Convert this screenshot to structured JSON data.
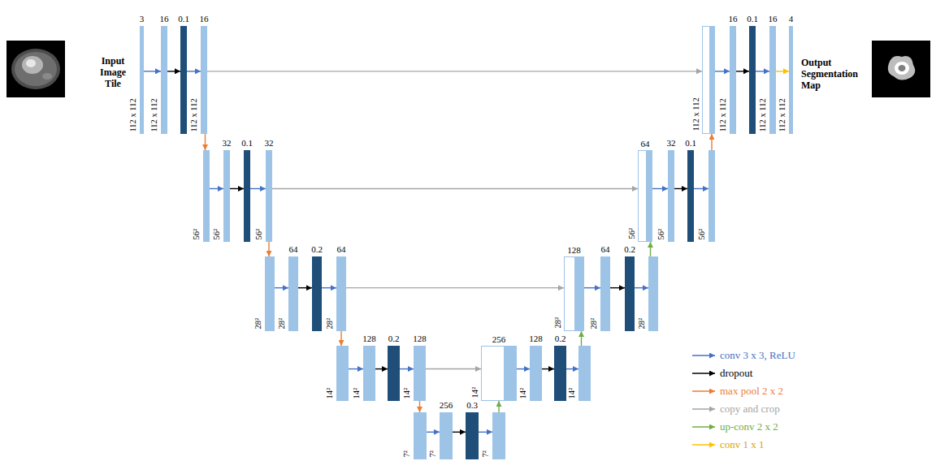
{
  "diagram": {
    "nodes": [
      {
        "text": [
          "3",
          "112 x 112"
        ]
      },
      {
        "text": [
          "16",
          "112 x 112"
        ]
      },
      {
        "text": [
          "0.1"
        ]
      },
      {
        "text": [
          "16",
          "112 x 112"
        ]
      },
      {
        "text": [
          "56²"
        ]
      },
      {
        "text": [
          "32",
          "56²"
        ]
      },
      {
        "text": [
          "0.1"
        ]
      },
      {
        "text": [
          "32",
          "56²"
        ]
      },
      {
        "text": [
          "28²"
        ]
      },
      {
        "text": [
          "64",
          "28²"
        ]
      },
      {
        "text": [
          "0.2"
        ]
      },
      {
        "text": [
          "64",
          "28²"
        ]
      },
      {
        "text": [
          "14²"
        ]
      },
      {
        "text": [
          "128",
          "14²"
        ]
      },
      {
        "text": [
          "0.2"
        ]
      },
      {
        "text": [
          "128",
          "14²"
        ]
      },
      {
        "text": [
          "7²"
        ]
      },
      {
        "text": [
          "256",
          "7²"
        ]
      },
      {
        "text": [
          "0.3"
        ]
      },
      {
        "text": [
          "7²"
        ]
      },
      {
        "text": [
          "256",
          "14²"
        ]
      },
      {
        "text": [
          "128",
          "14²"
        ]
      },
      {
        "text": [
          "0.2"
        ]
      },
      {
        "text": [
          "14²"
        ]
      },
      {
        "text": [
          "128",
          "28²"
        ]
      },
      {
        "text": [
          "64",
          "28²"
        ]
      },
      {
        "text": [
          "0.2"
        ]
      },
      {
        "text": [
          "28²"
        ]
      },
      {
        "text": [
          "64",
          "56²"
        ]
      },
      {
        "text": [
          "32",
          "56²"
        ]
      },
      {
        "text": [
          "0.1"
        ]
      },
      {
        "text": [
          "56²"
        ]
      },
      {
        "text": [
          "112 x 112"
        ]
      },
      {
        "text": [
          "16",
          "112 x 112"
        ]
      },
      {
        "text": [
          "0.1"
        ]
      },
      {
        "text": [
          "16",
          "112 x 112"
        ]
      },
      {
        "text": [
          "4",
          "112 x 112"
        ]
      }
    ],
    "edges": [
      {
        "from": 0,
        "to": 1,
        "arrow": "to"
      },
      {
        "from": 1,
        "to": 2,
        "arrow": "to"
      },
      {
        "from": 2,
        "to": 3,
        "arrow": "to"
      },
      {
        "from": 3,
        "to": 4,
        "arrow": "to"
      },
      {
        "from": 4,
        "to": 5,
        "arrow": "to"
      },
      {
        "from": 5,
        "to": 6,
        "arrow": "to"
      },
      {
        "from": 6,
        "to": 7,
        "arrow": "to"
      },
      {
        "from": 7,
        "to": 8,
        "arrow": "to"
      },
      {
        "from": 8,
        "to": 9,
        "arrow": "to"
      },
      {
        "from": 9,
        "to": 10,
        "arrow": "to"
      },
      {
        "from": 10,
        "to": 11,
        "arrow": "to"
      },
      {
        "from": 11,
        "to": 12,
        "arrow": "to"
      },
      {
        "from": 12,
        "to": 13,
        "arrow": "to"
      },
      {
        "from": 13,
        "to": 14,
        "arrow": "to"
      },
      {
        "from": 14,
        "to": 15,
        "arrow": "to"
      },
      {
        "from": 15,
        "to": 16,
        "arrow": "to"
      },
      {
        "from": 16,
        "to": 17,
        "arrow": "to"
      },
      {
        "from": 17,
        "to": 18,
        "arrow": "to"
      },
      {
        "from": 18,
        "to": 19,
        "arrow": "to"
      },
      {
        "from": 19,
        "to": 20,
        "arrow": "to"
      },
      {
        "from": 20,
        "to": 21,
        "arrow": "to"
      },
      {
        "from": 21,
        "to": 22,
        "arrow": "to"
      },
      {
        "from": 22,
        "to": 23,
        "arrow": "to"
      },
      {
        "from": 23,
        "to": 24,
        "arrow": "to"
      },
      {
        "from": 24,
        "to": 25,
        "arrow": "to"
      },
      {
        "from": 25,
        "to": 26,
        "arrow": "to"
      },
      {
        "from": 26,
        "to": 27,
        "arrow": "to"
      },
      {
        "from": 27,
        "to": 28,
        "arrow": "to"
      },
      {
        "from": 28,
        "to": 29,
        "arrow": "to"
      },
      {
        "from": 29,
        "to": 30,
        "arrow": "to"
      },
      {
        "from": 30,
        "to": 31,
        "arrow": "to"
      },
      {
        "from": 31,
        "to": 32,
        "arrow": "to"
      },
      {
        "from": 32,
        "to": 33,
        "arrow": "to"
      },
      {
        "from": 33,
        "to": 34,
        "arrow": "to"
      },
      {
        "from": 34,
        "to": 35,
        "arrow": "to"
      },
      {
        "from": 35,
        "to": 36,
        "arrow": "to"
      },
      {
        "from": 3,
        "to": 32,
        "arrow": "to"
      },
      {
        "from": 7,
        "to": 28,
        "arrow": "to"
      },
      {
        "from": 11,
        "to": 24,
        "arrow": "to"
      },
      {
        "from": 15,
        "to": 20,
        "arrow": "to"
      }
    ],
    "labels": [
      "Input Image Tile",
      "Output Segmentation Map"
    ],
    "legend": [
      {
        "text": "conv 3 x 3, ReLU"
      },
      {
        "text": "dropout"
      },
      {
        "text": "max pool 2 x 2"
      },
      {
        "text": "copy and crop"
      },
      {
        "text": "up-conv 2 x 2"
      },
      {
        "text": "conv 1 x 1"
      }
    ]
  }
}
